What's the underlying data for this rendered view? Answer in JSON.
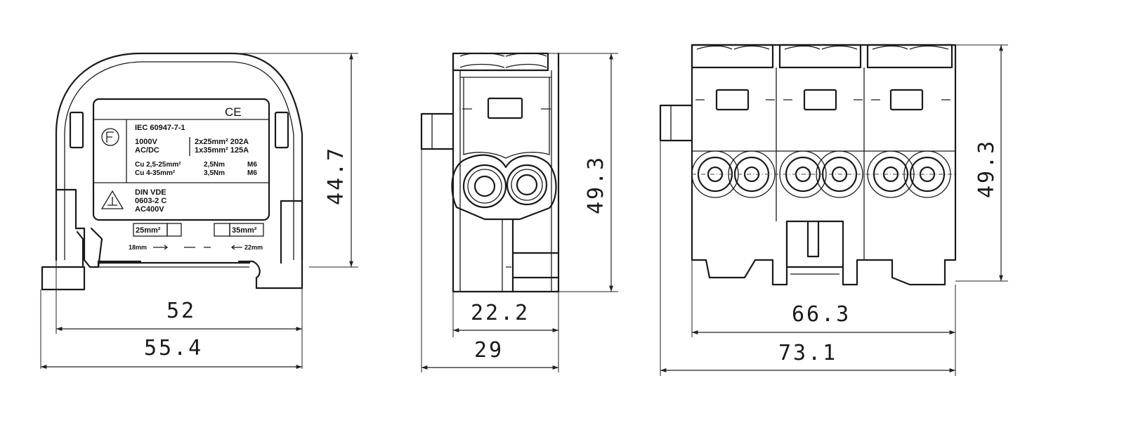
{
  "front_view": {
    "dim_width_inner": "52",
    "dim_width_outer": "55.4",
    "dim_height": "44.7",
    "label": {
      "ce_mark": "CE",
      "standard": "IEC 60947-7-1",
      "voltage": "1000V",
      "current_type": "AC/DC",
      "rating_1": "2x25mm² 202A",
      "rating_2": "1x35mm² 125A",
      "cu_1": "Cu  2,5-25mm²",
      "torque_1": "2,5Nm",
      "screw_1": "M6",
      "cu_2": "Cu  4-35mm²",
      "torque_2": "3,5Nm",
      "screw_2": "M6",
      "din": "DIN VDE",
      "din_num": "0603-2 C",
      "ac": "AC400V",
      "wire_left": "25mm²",
      "wire_right": "35mm²",
      "strip_left": "18mm",
      "strip_right": "22mm"
    }
  },
  "side_view": {
    "dim_width_inner": "22.2",
    "dim_width_outer": "29",
    "dim_height": "49.3"
  },
  "top_view": {
    "dim_width_inner": "66.3",
    "dim_width_outer": "73.1",
    "dim_height": "49.3"
  }
}
